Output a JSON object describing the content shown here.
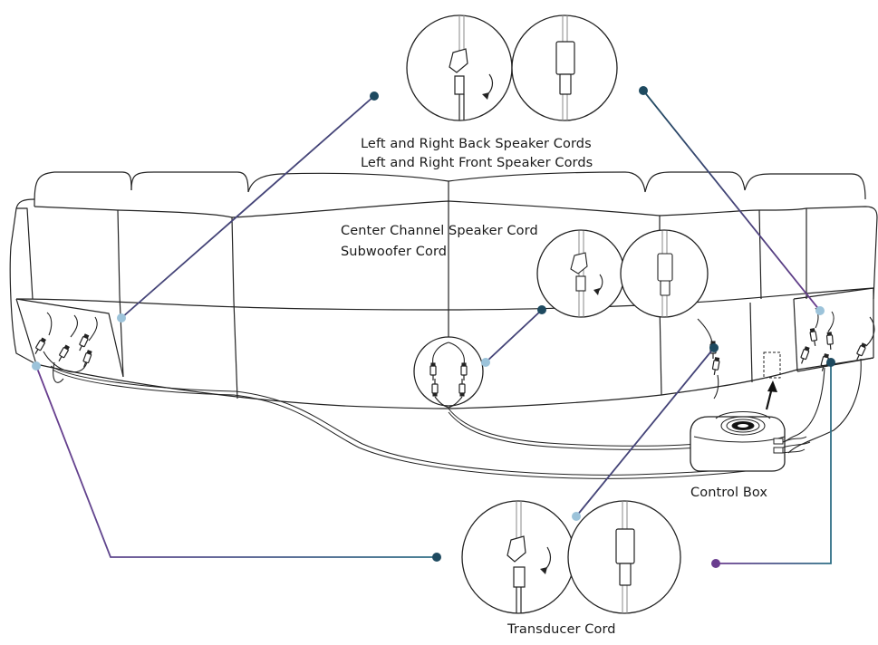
{
  "labels": {
    "back_speaker": "Left and Right Back Speaker Cords",
    "front_speaker": "Left and Right Front Speaker Cords",
    "center_channel": "Center Channel Speaker Cord",
    "subwoofer": "Subwoofer Cord",
    "control_box": "Control Box",
    "transducer": "Transducer Cord"
  },
  "colors": {
    "line": "#222222",
    "callout_purple": "#6a3d8f",
    "callout_teal": "#2f6f86",
    "callout_dot_dark": "#1e4a60",
    "callout_dot_light": "#9cc3da"
  },
  "icons": {
    "disconnected": "connector-unplugged-icon",
    "connected": "connector-plugged-icon",
    "arrow": "curved-arrow-icon"
  }
}
